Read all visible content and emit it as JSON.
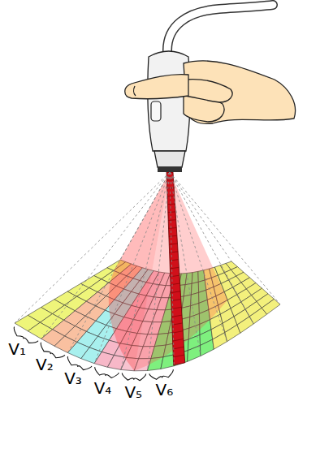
{
  "diagram": {
    "labels": [
      "V₁",
      "V₂",
      "V₃",
      "V₄",
      "V₅",
      "V₆"
    ]
  }
}
